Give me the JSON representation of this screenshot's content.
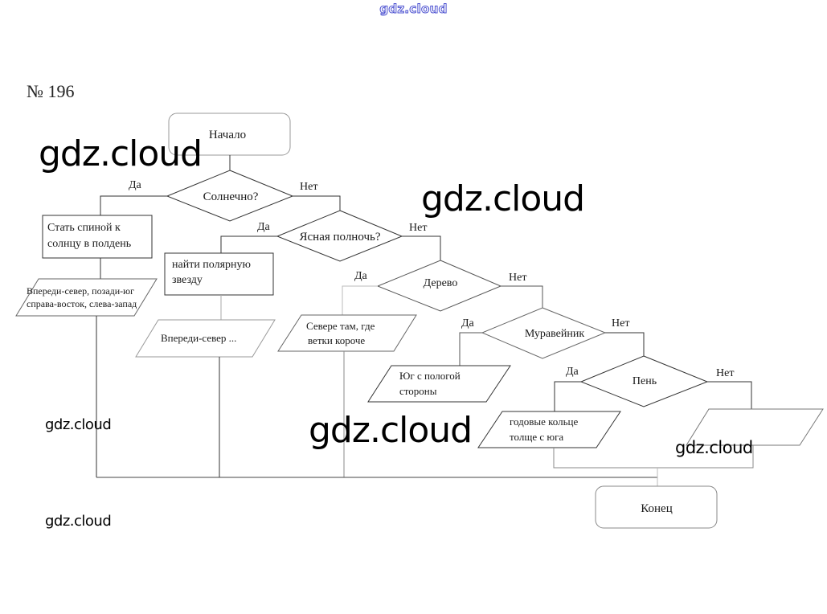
{
  "header": {
    "site": "gdz.cloud",
    "task_number": "№ 196"
  },
  "flowchart": {
    "start": "Начало",
    "end": "Конец",
    "labels": {
      "yes": "Да",
      "no": "Нет"
    },
    "decisions": {
      "sunny": "Солнечно?",
      "clear_midnight": "Ясная полночь?",
      "tree": "Дерево",
      "anthill": "Муравейник",
      "stump": "Пень"
    },
    "processes": {
      "back_to_sun": [
        "Стать спиной к",
        "солнцу в полдень"
      ],
      "find_polaris": [
        "найти полярную",
        "звезду"
      ]
    },
    "outputs": {
      "sun_result": [
        "Впереди-север, позади-юг",
        "справа-восток, слева-запад"
      ],
      "star_result": [
        "Впереди-север ..."
      ],
      "tree_result": [
        "Севере там, где",
        "ветки короче"
      ],
      "anthill_result": [
        "Юг с пологой",
        "стороны"
      ],
      "stump_result": [
        "годовые кольце",
        "толще с юга"
      ],
      "none_result": []
    }
  },
  "watermarks": [
    "gdz.cloud",
    "gdz.cloud",
    "gdz.cloud",
    "gdz.cloud",
    "gdz.cloud",
    "gdz.cloud"
  ]
}
